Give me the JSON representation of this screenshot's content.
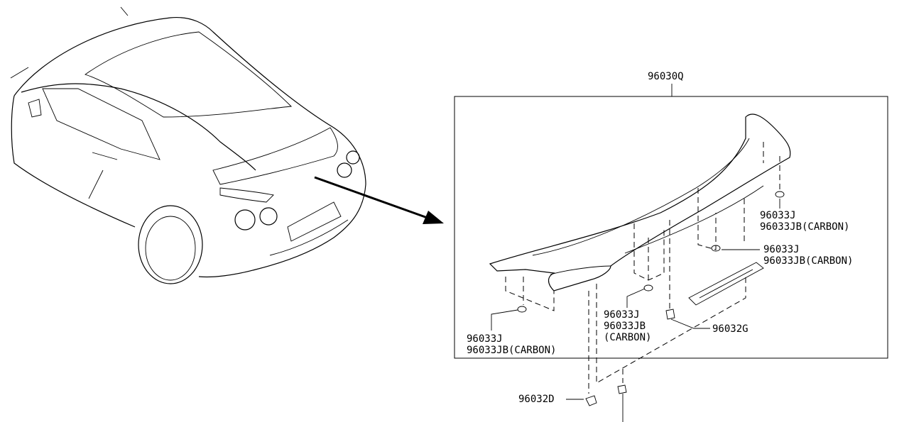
{
  "diagram": {
    "assembly_label": "96030Q",
    "callouts": [
      {
        "lines": [
          "96033J",
          "96033JB(CARBON)"
        ]
      },
      {
        "lines": [
          "96033J",
          "96033JB(CARBON)"
        ]
      },
      {
        "lines": [
          "96033J",
          "96033JB(CARBON)"
        ]
      },
      {
        "lines": [
          "96033J",
          "96033JB",
          "(CARBON)"
        ]
      },
      {
        "lines": [
          "96032G"
        ]
      },
      {
        "lines": [
          "96032D"
        ]
      }
    ]
  }
}
